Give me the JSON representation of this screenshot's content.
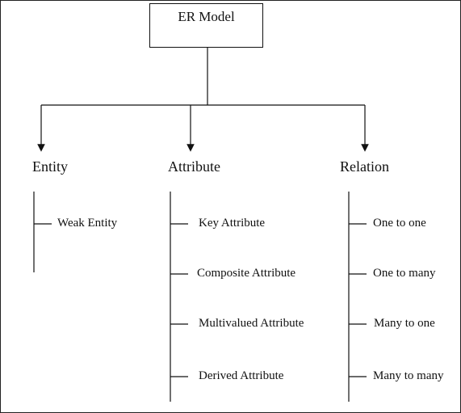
{
  "root": {
    "label": "ER Model"
  },
  "categories": [
    {
      "label": "Entity",
      "items": [
        "Weak Entity"
      ]
    },
    {
      "label": "Attribute",
      "items": [
        "Key Attribute",
        "Composite Attribute",
        "Multivalued Attribute",
        "Derived Attribute"
      ]
    },
    {
      "label": "Relation",
      "items": [
        "One to one",
        "One to many",
        "Many to one",
        "Many to many"
      ]
    }
  ],
  "colors": {
    "line": "#111111",
    "text": "#111111",
    "background": "#ffffff"
  }
}
